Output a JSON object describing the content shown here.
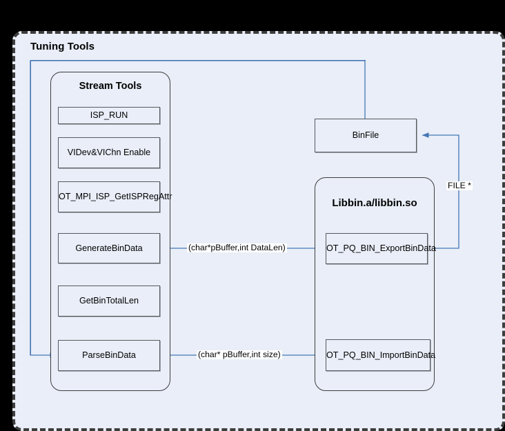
{
  "diagram": {
    "title": "Tuning Tools",
    "type": "flowchart",
    "background_color": "#000000",
    "panel_color": "#e9eef8",
    "node_fill": "#e9eef8",
    "node_border": "#555a5e",
    "connector_color": "#4577b5",
    "groups": [
      {
        "id": "stream-tools",
        "label": "Stream Tools"
      },
      {
        "id": "libbin",
        "label": "Libbin.a/libbin.so"
      }
    ],
    "nodes": [
      {
        "id": "isp-run",
        "label": "ISP_RUN"
      },
      {
        "id": "videv-vichn-enable",
        "label": "VIDev&VIChn Enable"
      },
      {
        "id": "ot-mpi-isp-getispregattr",
        "label": "OT_MPI_ISP_GetISPRegAttr"
      },
      {
        "id": "generate-bin-data",
        "label": "GenerateBinData"
      },
      {
        "id": "get-bin-total-len",
        "label": "GetBinTotalLen"
      },
      {
        "id": "parse-bin-data",
        "label": "ParseBinData"
      },
      {
        "id": "bin-file",
        "label": "BinFile"
      },
      {
        "id": "ot-pq-bin-exportbindata",
        "label": "OT_PQ_BIN_ExportBinData"
      },
      {
        "id": "ot-pq-bin-importbindata",
        "label": "OT_PQ_BIN_ImportBinData"
      }
    ],
    "edge_labels": [
      {
        "id": "export-args",
        "text": "(char*pBuffer,int DataLen)"
      },
      {
        "id": "import-args",
        "text": "(char* pBuffer,int size)"
      },
      {
        "id": "file-pointer",
        "text": "FILE *"
      }
    ]
  }
}
